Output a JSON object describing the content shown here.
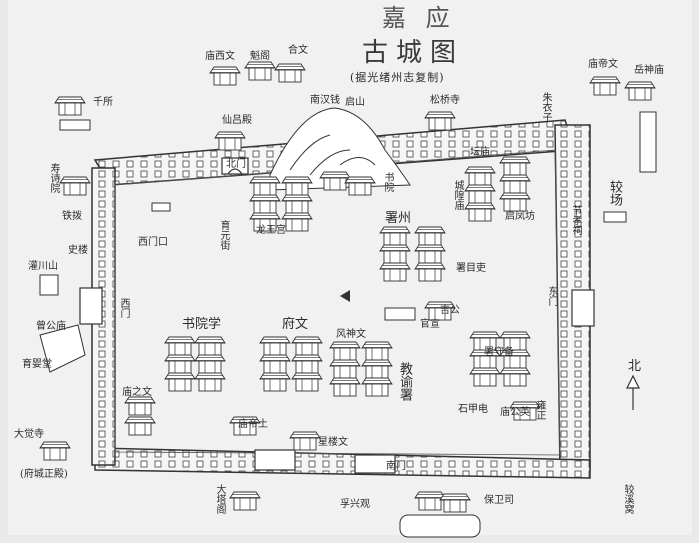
{
  "title": {
    "line1": "嘉 应",
    "line2": "古城图",
    "source": "(据光绪州志复制)"
  },
  "compass": {
    "label": "北"
  },
  "labels": {
    "miaoxiwen": "庙西文",
    "jingluan": "魁阁",
    "hewen": "合文",
    "qiansuo": "千所",
    "shiluojing": "仙吕殿",
    "nanhuiji": "南汉钱",
    "songlinsi": "松桥寺",
    "zhudianzi": "朱衣子",
    "miaoshiwen": "庙帝文",
    "yueshenmiao": "岳神庙",
    "tanpu": "坛庙",
    "shiyuan": "寿诗院",
    "tiebo": "铁拨",
    "shijie": "史楼",
    "cuichuanshan": "灌川山",
    "zhongdianshi": "曾公庙",
    "yuyingtang": "育婴堂",
    "daguansi": "大觉寺",
    "daguansi_note": "(府城正殿)",
    "beimen": "北门",
    "yuanjian": "育元街",
    "ximenkou": "西门口",
    "ximen": "西门",
    "shuyuanxue": "书院学",
    "miaowen": "庙之文",
    "fuwen": "府文",
    "miaodie": "庙帝土",
    "fengshenwen": "风神文",
    "jiaoyushu": "教谕署",
    "xinglouwen": "星楼文",
    "dongmen": "东门",
    "nanmen": "南门",
    "qishan": "启山",
    "chenghuangmiao": "城隍庙",
    "shuyuan2": "书院",
    "shuzhou": "署州",
    "longzhengong": "龙王宫",
    "shuyi": "署目吏",
    "jigong": "吉公",
    "guanxuan": "官宣",
    "shoubei": "署守备",
    "jiaochang": "较场",
    "jiezhuci": "节孝祠",
    "qifeng": "启凤坊",
    "shidianjing": "石甲电",
    "qiaogong": "庙公英",
    "tianzi": "雍正",
    "datage": "大塔阁",
    "zixingguan": "孚兴观",
    "baowei": "保卫司",
    "jiutouyan": "较溪窝"
  }
}
